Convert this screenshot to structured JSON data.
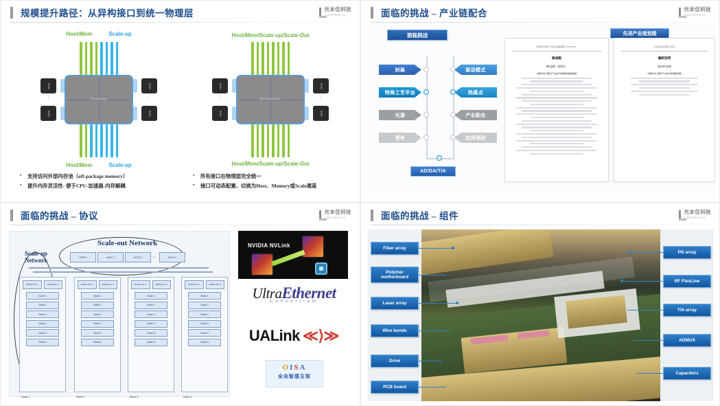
{
  "brand": {
    "cn": "光本位科技",
    "en": "Lightelligence"
  },
  "slide1": {
    "title": "规模提升路径：从异构接口到统一物理层",
    "figures": [
      {
        "top_labels": [
          {
            "text": "Host/Mem",
            "color": "#6cb33f"
          },
          {
            "text": "Scale-up",
            "color": "#29a3dc"
          }
        ],
        "bottom_labels": [
          {
            "text": "Host/Mem",
            "color": "#6cb33f"
          },
          {
            "text": "Scale-up",
            "color": "#29a3dc"
          }
        ],
        "die_label": "Scale-up",
        "side_label": "HBM"
      },
      {
        "top_labels": [
          {
            "text": "Host/Mem/Scale-up/Scale-Out",
            "color": "#6cb33f"
          }
        ],
        "bottom_labels": [
          {
            "text": "Host/Mem/Scale-up/Scale-Out",
            "color": "#6cb33f"
          }
        ],
        "die_label": "Accelerator",
        "side_label": "HBM"
      }
    ],
    "bullets_left": [
      "支持访问外部内存池（off-package memory）",
      "提升内存灵活性- 便于CPU-加速器-内存解耦"
    ],
    "bullets_right": [
      "所有接口在物理层完全统一",
      "接口可动态配置、切换为Host、Memory或Scale通道"
    ]
  },
  "slide2": {
    "title": "面临的挑战 – 产业链配合",
    "caption": "面临挑战",
    "doc_caption": "先进产业规划图",
    "left_chevrons": [
      {
        "label": "封装",
        "style": "c-blue1"
      },
      {
        "label": "特殊工艺平台",
        "style": "c-blue2"
      },
      {
        "label": "光源",
        "style": "c-gray1"
      },
      {
        "label": "竞争",
        "style": "c-gray2"
      }
    ],
    "right_chevrons": [
      {
        "label": "驱动模式",
        "style": "c-lblue"
      },
      {
        "label": "热痛点",
        "style": "c-lblue2"
      },
      {
        "label": "产业配合",
        "style": "c-gray1"
      },
      {
        "label": "应用预研",
        "style": "c-gray2"
      }
    ],
    "bottom_node": "AD/DA/TIA",
    "doc1": {
      "header": "中国光电子器件产业技术发展路线图（2024-2028）",
      "title": "路线图",
      "subtitle": "单位盖章（或签字）",
      "body": "中国光电子器件产业技术发展路线图编制组"
    },
    "doc2": {
      "header": "工业和信息化部电子信息司",
      "title": "编制说明",
      "subtitle": "项目研究背景",
      "body": "中国光电子器件产业技术发展路线图"
    }
  },
  "slide3": {
    "title": "面临的挑战 – 协议",
    "network": {
      "scale_out_label": "Scale-out Network",
      "scale_up_label": "Scale-up\nNetwork",
      "switches": [
        "TOR 1",
        "AGG 1",
        "AGG 2",
        "AGG n"
      ],
      "switch_ellipsis": "...",
      "racks": [
        {
          "label": "Rack 1",
          "top": [
            "RDMA NIC 1",
            "RDMA NIC 2"
          ],
          "nodes": [
            "Node 1",
            "Node 2",
            "Node 3",
            "Node 4",
            "Node 5",
            "Node 6"
          ]
        },
        {
          "label": "Rack 2",
          "top": [
            "RDMA NIC 1",
            "RDMA NIC 2"
          ],
          "nodes": [
            "Node 1",
            "Node 2",
            "Node 3",
            "Node 4",
            "Node 5",
            "Node 6"
          ]
        },
        {
          "label": "Rack 3",
          "top": [
            "RDMA NIC 1",
            "RDMA NIC 2"
          ],
          "nodes": [
            "Node 1",
            "Node 2",
            "Node 3",
            "Node 4",
            "Node 5",
            "Node 6"
          ]
        },
        {
          "label": "Rack 4",
          "top": [
            "RDMA NIC 1",
            "RDMA NIC 2"
          ],
          "nodes": [
            "Node 1",
            "Node 2",
            "Node 3",
            "Node 4",
            "Node 5",
            "Node 6"
          ]
        }
      ]
    },
    "logos": {
      "nvlink": "NVIDIA NVLink",
      "ultra": "Ultra",
      "ethernet": "Ethernet",
      "consortium": "Consortium",
      "ualink": "UALink",
      "oisa_letters": [
        "O",
        "I",
        "S",
        "A"
      ],
      "oisa_cn": "全向智感互联"
    }
  },
  "slide4": {
    "title": "面临的挑战 – 组件",
    "left_labels": [
      "Fiber array",
      "Polymer motherboard",
      "Laser array",
      "Wire bonds",
      "Drive",
      "PCB board"
    ],
    "right_labels": [
      "PD array",
      "RF FlexLine",
      "TIA array",
      "ADMUX",
      "Capacitors"
    ]
  }
}
